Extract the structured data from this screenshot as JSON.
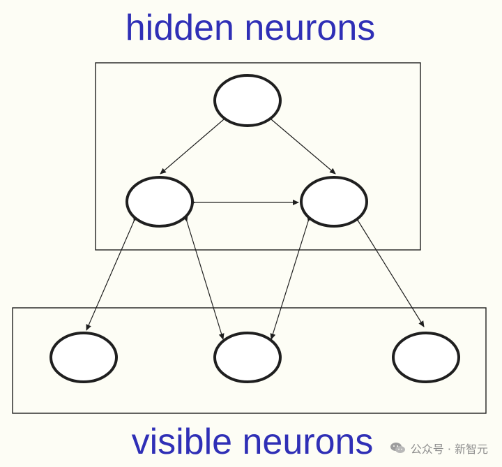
{
  "labels": {
    "hidden": "hidden neurons",
    "visible": "visible neurons"
  },
  "watermark": {
    "icon": "wechat-icon",
    "text": "公众号 · 新智元"
  },
  "colors": {
    "title": "#2f2fb6",
    "stroke": "#1f1f1f",
    "background": "#fdfdf5"
  }
}
